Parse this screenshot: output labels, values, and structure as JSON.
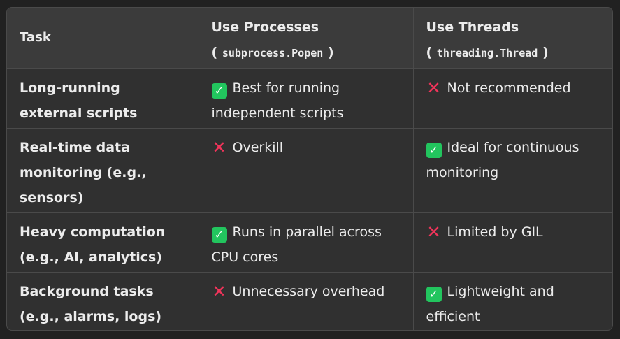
{
  "header": {
    "task": "Task",
    "processes": {
      "title": "Use Processes",
      "open": "(",
      "code": "subprocess.Popen",
      "close": ")"
    },
    "threads": {
      "title": "Use Threads",
      "open": "(",
      "code": "threading.Thread",
      "close": ")"
    }
  },
  "rows": [
    {
      "task": "Long-running external scripts",
      "processes": {
        "icon": "check-mark",
        "glyph": "✓",
        "text": "Best for running independent scripts"
      },
      "threads": {
        "icon": "cross-mark",
        "glyph": "✕",
        "text": "Not recommended"
      }
    },
    {
      "task": "Real-time data monitoring (e.g., sensors)",
      "processes": {
        "icon": "cross-mark",
        "glyph": "✕",
        "text": "Overkill"
      },
      "threads": {
        "icon": "check-mark",
        "glyph": "✓",
        "text": "Ideal for continuous monitoring"
      }
    },
    {
      "task": "Heavy computation (e.g., AI, analytics)",
      "processes": {
        "icon": "check-mark",
        "glyph": "✓",
        "text": "Runs in parallel across CPU cores"
      },
      "threads": {
        "icon": "cross-mark",
        "glyph": "✕",
        "text": "Limited by GIL"
      }
    },
    {
      "task": "Background tasks (e.g., alarms, logs)",
      "processes": {
        "icon": "cross-mark",
        "glyph": "✕",
        "text": "Unnecessary overhead"
      },
      "threads": {
        "icon": "check-mark",
        "glyph": "✓",
        "text": "Lightweight and efficient"
      }
    }
  ],
  "colors": {
    "check": "#22c55e",
    "cross": "#f0345a",
    "background": "#212121",
    "header": "#3b3b3b",
    "cell": "#303030"
  }
}
